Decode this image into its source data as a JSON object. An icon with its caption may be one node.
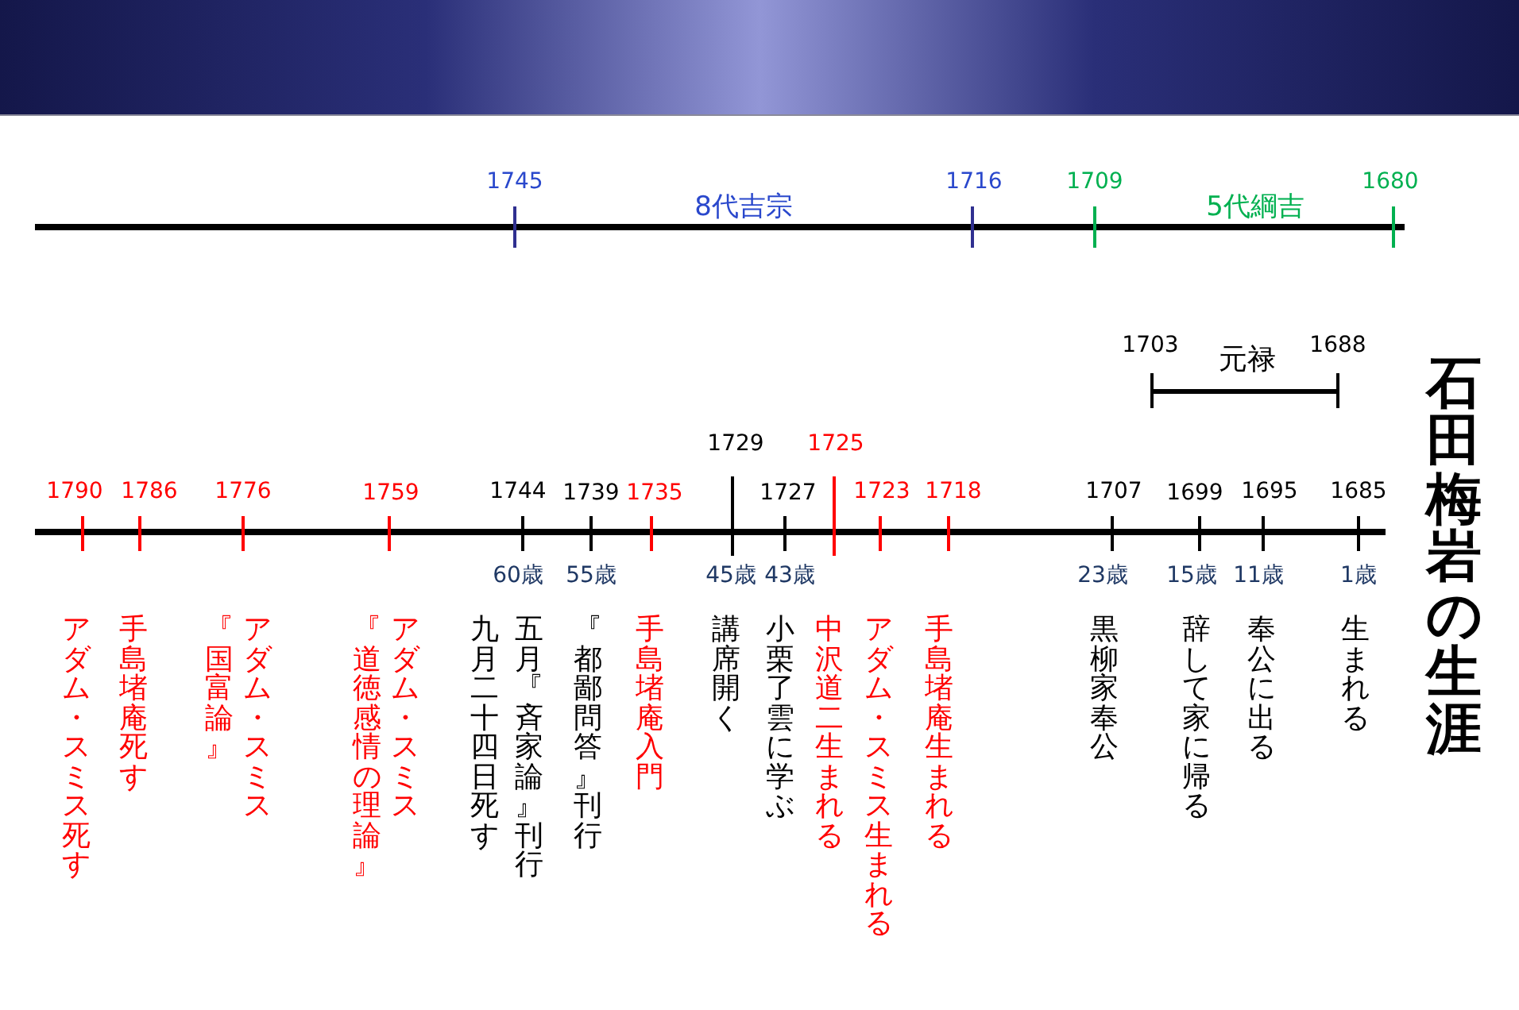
{
  "diagram": {
    "title": "石田梅岩の生涯",
    "labels": [
      "1745",
      "8代吉宗",
      "1716",
      "1709",
      "5代綱吉",
      "1680",
      "1703",
      "元禄",
      "1688",
      "1790",
      "1786",
      "1776",
      "1759",
      "1744",
      "1739",
      "1735",
      "1729",
      "1727",
      "1725",
      "1723",
      "1718",
      "1707",
      "1699",
      "1695",
      "1685",
      "60歳",
      "55歳",
      "45歳",
      "43歳",
      "23歳",
      "15歳",
      "11歳",
      "1歳",
      "アダム・スミス死す",
      "手島堵庵死す",
      "アダム・スミス『国富論』",
      "アダム・スミス『道徳感情の理論』",
      "九月二十四日死す",
      "五月『斉家論』刊行",
      "『都鄙問答』刊行",
      "手島堵庵入門",
      "講席開く",
      "小栗了雲に学ぶ",
      "中沢道二生まれる",
      "アダム・スミス生まれる",
      "手島堵庵生まれる",
      "黒柳家奉公",
      "辞して家に帰る",
      "奉公に出る",
      "生まれる"
    ]
  }
}
